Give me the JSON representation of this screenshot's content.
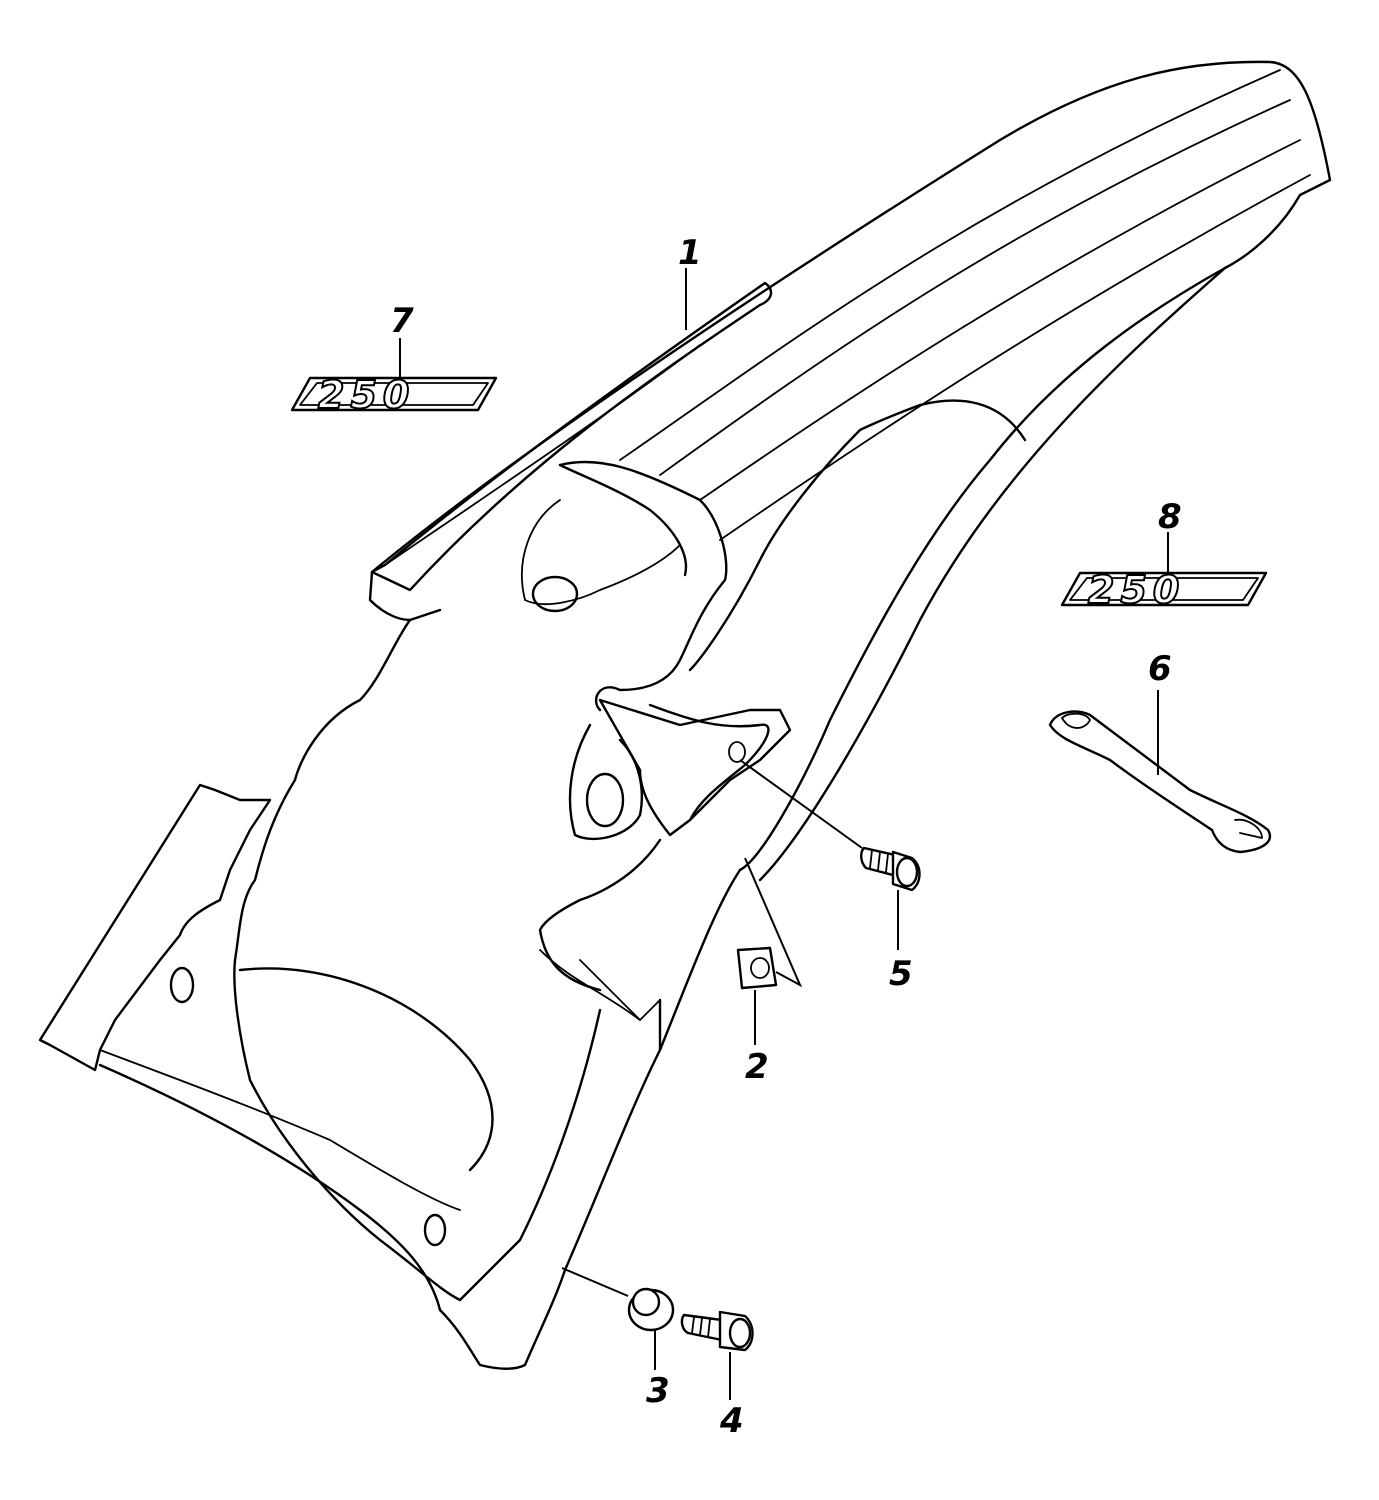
{
  "callouts": [
    {
      "id": "1",
      "label": "1"
    },
    {
      "id": "2",
      "label": "2"
    },
    {
      "id": "3",
      "label": "3"
    },
    {
      "id": "4",
      "label": "4"
    },
    {
      "id": "5",
      "label": "5"
    },
    {
      "id": "6",
      "label": "6"
    },
    {
      "id": "7",
      "label": "7"
    },
    {
      "id": "8",
      "label": "8"
    }
  ],
  "decals": {
    "decal_7_text": "250",
    "decal_8_text": "250"
  }
}
